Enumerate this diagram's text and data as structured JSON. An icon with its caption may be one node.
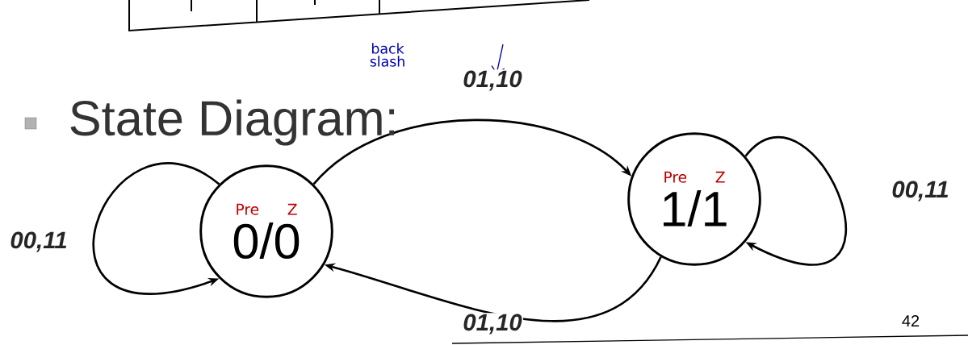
{
  "diagram": {
    "title": "State Diagram:",
    "nodes": [
      {
        "text": [
          "Pre",
          "Z",
          "0/0"
        ]
      },
      {
        "text": [
          "Pre",
          "Z",
          "1/1"
        ]
      }
    ],
    "edges": [
      {
        "from": 0,
        "to": 1,
        "arrow": "to",
        "label": "01,10"
      },
      {
        "from": 1,
        "to": 1,
        "arrow": "to",
        "label": "00,11"
      },
      {
        "from": 1,
        "to": 0,
        "arrow": "to",
        "label": "01,10"
      },
      {
        "from": 0,
        "to": 0,
        "arrow": "to",
        "label": "00,11"
      }
    ],
    "labels": [
      "back slash",
      "42"
    ]
  }
}
